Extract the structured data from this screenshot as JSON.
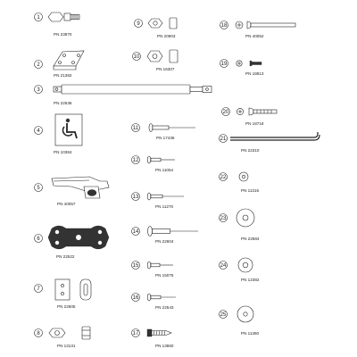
{
  "parts": [
    {
      "num": "1",
      "pn": "PN 23870"
    },
    {
      "num": "2",
      "pn": "PN 21382"
    },
    {
      "num": "3",
      "pn": "PN 22536"
    },
    {
      "num": "4",
      "pn": "PN 10384"
    },
    {
      "num": "5",
      "pn": "PN 40057"
    },
    {
      "num": "6",
      "pn": "PN 22522"
    },
    {
      "num": "7",
      "pn": "PN 22605"
    },
    {
      "num": "8",
      "pn": "PN 13131"
    },
    {
      "num": "9",
      "pn": "PN 20903"
    },
    {
      "num": "10",
      "pn": "PN 16307"
    },
    {
      "num": "11",
      "pn": "PN 17436"
    },
    {
      "num": "12",
      "pn": "PN 11054"
    },
    {
      "num": "13",
      "pn": "PN 11270"
    },
    {
      "num": "14",
      "pn": "PN 22604"
    },
    {
      "num": "15",
      "pn": "PN 15075"
    },
    {
      "num": "16",
      "pn": "PN 22543"
    },
    {
      "num": "17",
      "pn": "PN 13860"
    },
    {
      "num": "18",
      "pn": "PN 40052"
    },
    {
      "num": "19",
      "pn": "PN 18813"
    },
    {
      "num": "20",
      "pn": "PN 18718"
    },
    {
      "num": "21",
      "pn": "PN 22310"
    },
    {
      "num": "22",
      "pn": "PN 11315"
    },
    {
      "num": "23",
      "pn": "PN 22584"
    },
    {
      "num": "24",
      "pn": "PN 12382"
    },
    {
      "num": "25",
      "pn": "PN 11360"
    }
  ]
}
